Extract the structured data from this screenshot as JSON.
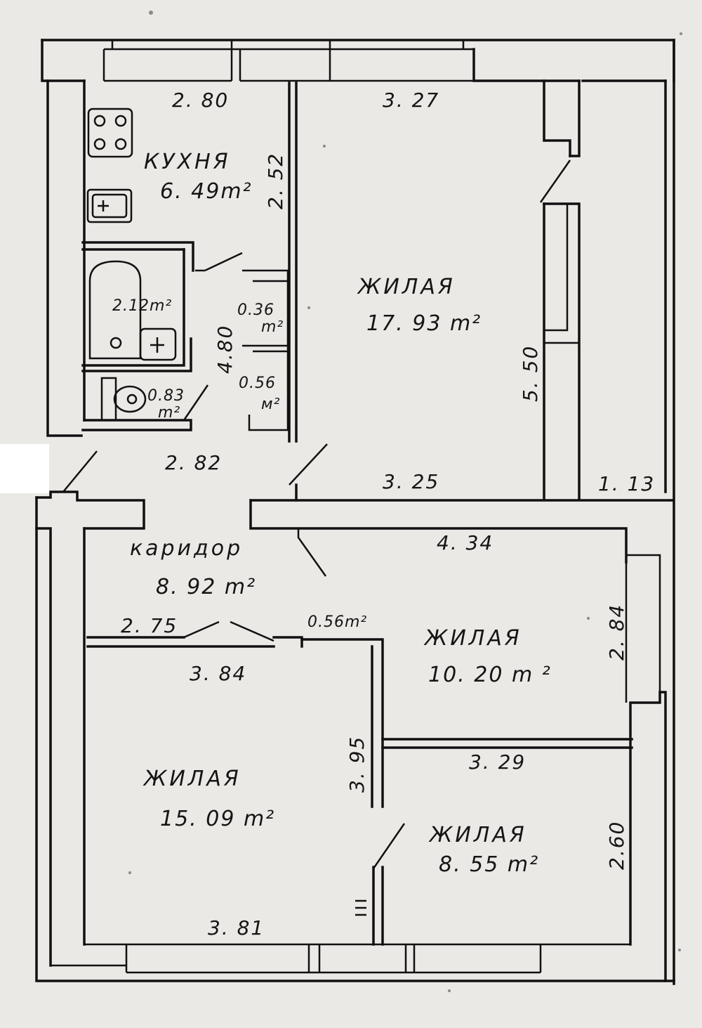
{
  "rooms": {
    "kitchen": {
      "name": "КУХНЯ",
      "area": "6. 49m²"
    },
    "bathroom": {
      "area": "2.12m²"
    },
    "toilet": {
      "area": "0.83",
      "unit": "m²"
    },
    "closet_upper": {
      "area": "0.36",
      "unit": "m²"
    },
    "closet_lower": {
      "area": "0.56",
      "unit": "м²"
    },
    "living_large": {
      "name": "ЖИЛАЯ",
      "area": "17. 93 m²"
    },
    "corridor": {
      "name": "каридор",
      "area": "8. 92 m²"
    },
    "closet_corridor": {
      "area": "0.56m²"
    },
    "living_mid": {
      "name": "ЖИЛАЯ",
      "area": "10. 20 m ²"
    },
    "living_left": {
      "name": "ЖИЛАЯ",
      "area": "15. 09 m²"
    },
    "living_small": {
      "name": "ЖИЛАЯ",
      "area": "8. 55 m²"
    }
  },
  "dimensions": {
    "kitchen_width": "2. 80",
    "kitchen_depth": "2. 52",
    "living_large_top": "3. 27",
    "living_large_bottom": "3. 25",
    "living_large_side": "5. 50",
    "wc_block_height": "4.80",
    "hall_width": "2. 82",
    "balcony_width": "1. 13",
    "mid_room_top": "4. 34",
    "mid_room_side": "2. 84",
    "corridor_width": "2. 75",
    "left_room_top": "3. 84",
    "left_room_side": "3. 95",
    "left_room_bottom": "3. 81",
    "small_room_top": "3. 29",
    "small_room_side": "2.60"
  }
}
